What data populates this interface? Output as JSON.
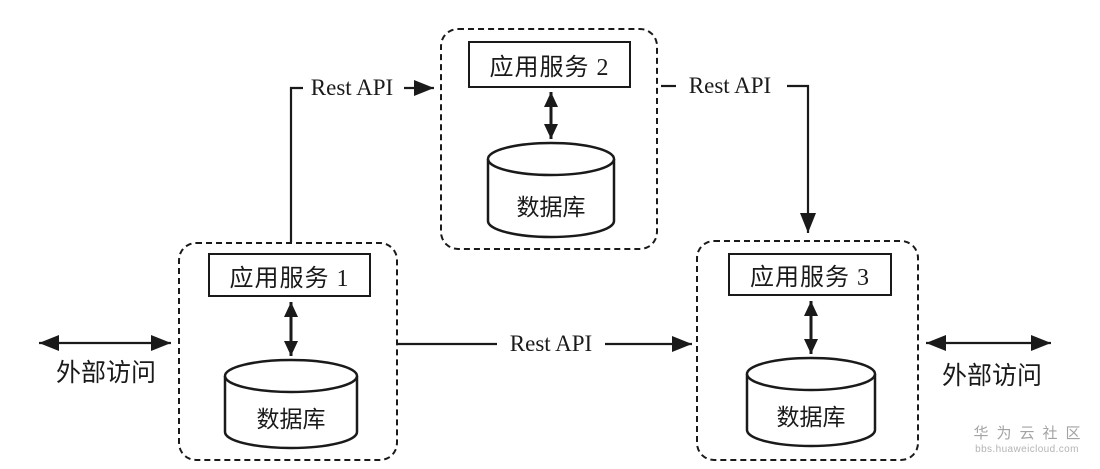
{
  "diagram": {
    "groups": [
      {
        "service_label": "应用服务 1",
        "db_label": "数据库"
      },
      {
        "service_label": "应用服务 2",
        "db_label": "数据库"
      },
      {
        "service_label": "应用服务 3",
        "db_label": "数据库"
      }
    ],
    "connections": [
      {
        "from": "应用服务 1",
        "to": "应用服务 2",
        "label": "Rest API"
      },
      {
        "from": "应用服务 2",
        "to": "应用服务 3",
        "label": "Rest API"
      },
      {
        "from": "应用服务 1",
        "to": "应用服务 3",
        "label": "Rest API"
      }
    ],
    "external_access": {
      "left_label": "外部访问",
      "right_label": "外部访问"
    },
    "colors": {
      "line": "#1a1a1a",
      "background": "#ffffff",
      "watermark_text": "#a3a3a3"
    }
  },
  "watermark": {
    "name": "华为云社区",
    "domain": "bbs.huaweicloud.com"
  }
}
